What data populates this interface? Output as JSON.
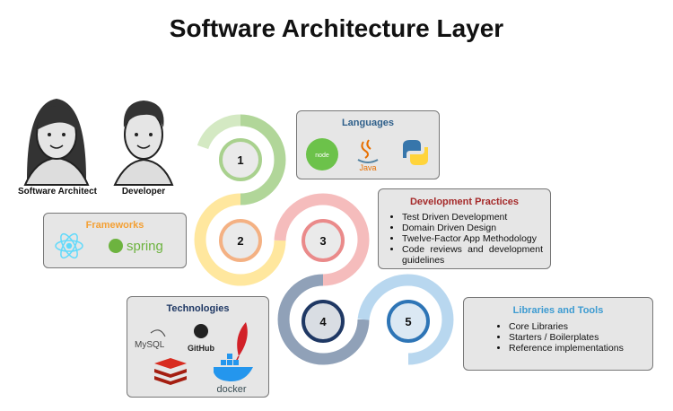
{
  "title": "Software Architecture Layer",
  "people": [
    {
      "label": "Software Architect",
      "icon": "architect-avatar-icon"
    },
    {
      "label": "Developer",
      "icon": "developer-avatar-icon"
    }
  ],
  "steps": [
    "1",
    "2",
    "3",
    "4",
    "5"
  ],
  "colors": {
    "step1": "#a9d18e",
    "step2": "#ffd966",
    "step3": "#f4a6a6",
    "step4": "#8497b0",
    "step5": "#9dc3e6"
  },
  "languages": {
    "title": "Languages",
    "title_color": "#2e5f8a",
    "logos": [
      "node",
      "Java",
      "python-icon"
    ],
    "node_text": "node",
    "java_text": "Java"
  },
  "frameworks": {
    "title": "Frameworks",
    "title_color": "#f4a034",
    "logos": [
      "react-icon",
      "spring"
    ],
    "spring_text": "spring"
  },
  "development_practices": {
    "title": "Development Practices",
    "title_color": "#a52a2a",
    "items": [
      "Test Driven Development",
      "Domain Driven Design",
      "Twelve-Factor App Methodology",
      "Code reviews and development guidelines"
    ]
  },
  "technologies": {
    "title": "Technologies",
    "title_color": "#1f3864",
    "logos": [
      "MySQL",
      "GitHub",
      "apache-feather-icon",
      "redis-icon",
      "docker"
    ],
    "mysql_text": "MySQL",
    "github_text": "GitHub",
    "docker_text": "docker"
  },
  "libraries_tools": {
    "title": "Libraries and Tools",
    "title_color": "#3d9bd1",
    "items": [
      "Core Libraries",
      "Starters / Boilerplates",
      "Reference implementations"
    ]
  }
}
